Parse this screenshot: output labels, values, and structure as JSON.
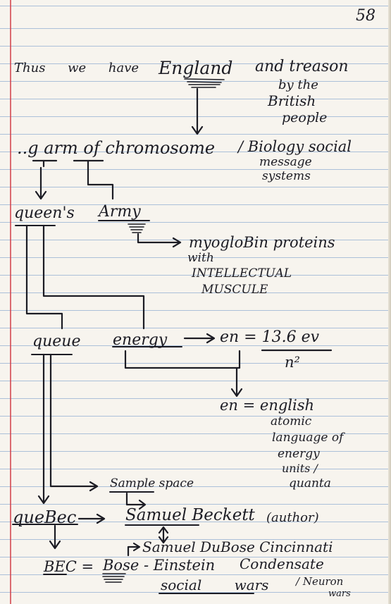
{
  "page_number": "58",
  "lines": {
    "thus_we_have": "Thus we have",
    "england": "England",
    "and_treason": "and treason",
    "by_the": "by the",
    "british": "British",
    "people": "people",
    "g_arm": "..g arm of chromosome",
    "biology_social": "/ Biology social",
    "message": "message",
    "systems": "systems",
    "queens": "queen's",
    "army": "Army",
    "myoglobin": "myogloBin proteins",
    "with": "with",
    "intellectual": "INTELLECTUAL",
    "muscle": "MUSCULE",
    "queue": "queue",
    "energy": "energy",
    "en_formula": "en = 13.6 ev",
    "n_squared": "n²",
    "en_equals": "en = english",
    "atomic": "atomic",
    "language_of": "language of",
    "energy2": "energy",
    "units": "units /",
    "quanta": "quanta",
    "sample_space": "Sample space",
    "quebec": "queBec",
    "samuel_beckett": "Samuel Beckett",
    "author": "(author)",
    "samuel_dubose": "Samuel DuBose Cincinnati",
    "bec": "BEC =",
    "bose_einstein": "Bose - Einstein",
    "condensate": "Condensate",
    "social_wars": "social wars",
    "neuron": "/ Neuron",
    "wars": "wars"
  },
  "colors": {
    "ink": "#1c1c24",
    "paper": "#f7f4ee",
    "rule_line": "#6e96c8",
    "margin_line": "#d23c46"
  }
}
